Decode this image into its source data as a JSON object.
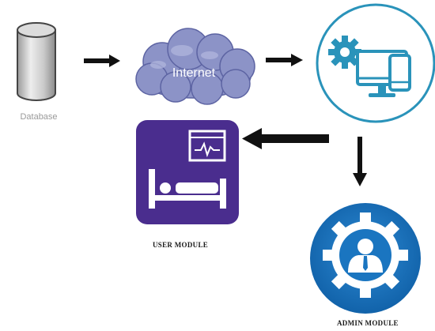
{
  "nodes": {
    "database": {
      "label": "Database",
      "icon": "database-cylinder-icon"
    },
    "internet": {
      "label": "Internet",
      "icon": "cloud-icon"
    },
    "server": {
      "icon": "gear-monitor-phone-icon"
    },
    "user_module": {
      "label": "USER MODULE",
      "icon": "hospital-bed-monitor-icon"
    },
    "admin_module": {
      "label": "ADMIN MODULE",
      "icon": "gear-admin-person-icon"
    }
  },
  "edges": [
    {
      "from": "database",
      "to": "internet"
    },
    {
      "from": "internet",
      "to": "server"
    },
    {
      "from": "server",
      "to": "user_module"
    },
    {
      "from": "server",
      "to": "admin_module"
    }
  ],
  "colors": {
    "cloud": "#8c93c7",
    "server_ring": "#2a93ba",
    "user_tile": "#4a2d8e",
    "admin_blue": "#1a75c0",
    "arrow": "#111111"
  }
}
